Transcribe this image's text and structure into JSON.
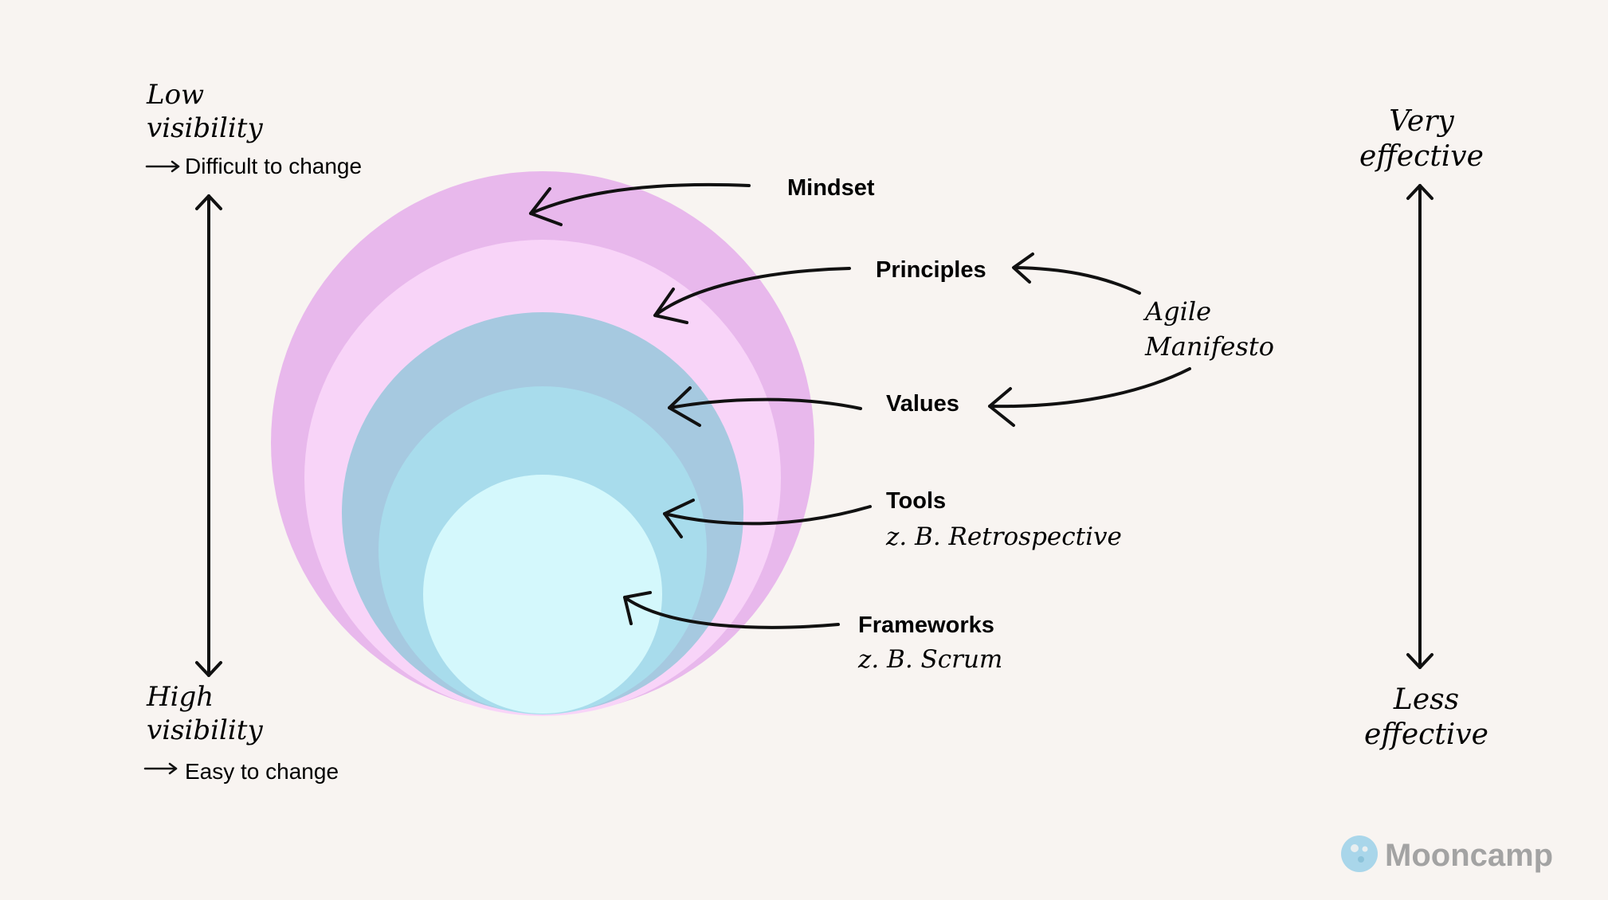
{
  "left_axis": {
    "top_label_line1": "Low",
    "top_label_line2": "visibility",
    "top_note": "Difficult to change",
    "bottom_label_line1": "High",
    "bottom_label_line2": "visibility",
    "bottom_note": "Easy to change"
  },
  "right_axis": {
    "top_label_line1": "Very",
    "top_label_line2": "effective",
    "bottom_label_line1": "Less",
    "bottom_label_line2": "effective"
  },
  "layers": [
    {
      "name": "Mindset",
      "example": "",
      "color": "#e8b8ec"
    },
    {
      "name": "Principles",
      "example": "",
      "color": "#f8d4f8"
    },
    {
      "name": "Values",
      "example": "",
      "color": "#a6c9e0"
    },
    {
      "name": "Tools",
      "example": "z. B. Retrospective",
      "color": "#a8dcec"
    },
    {
      "name": "Frameworks",
      "example": "z. B. Scrum",
      "color": "#d4f8fc"
    }
  ],
  "agile_manifesto": {
    "line1": "Agile",
    "line2": "Manifesto"
  },
  "brand": {
    "name": "Mooncamp",
    "color": "#a3a3a3",
    "icon_color": "#a9d6ea"
  }
}
